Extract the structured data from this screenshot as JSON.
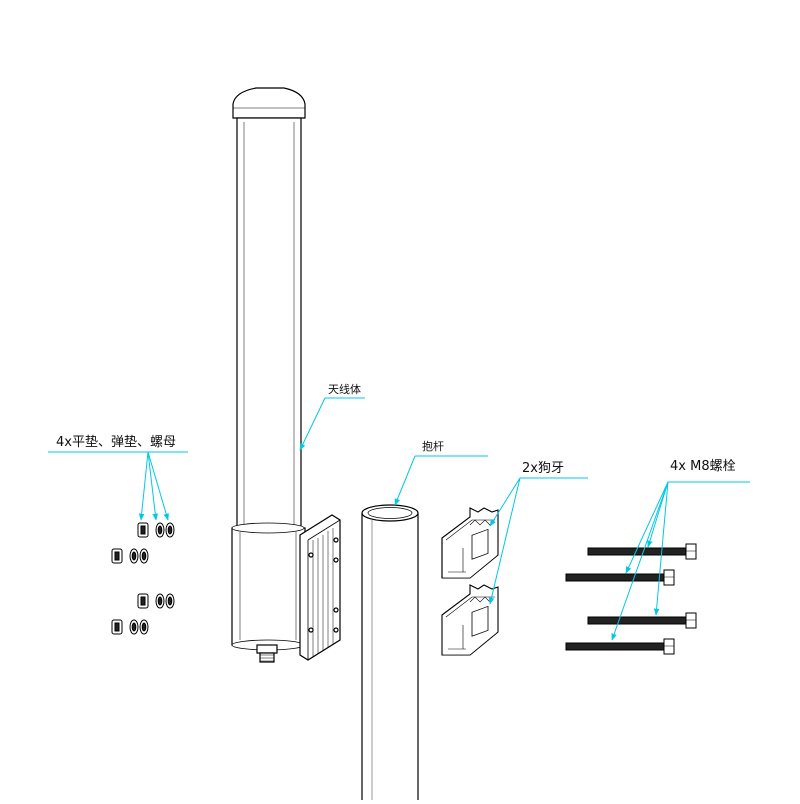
{
  "labels": {
    "antenna_body": "天线体",
    "washers_nuts": "4x平垫、弹垫、螺母",
    "pole": "抱杆",
    "clamps": "2x狗牙",
    "bolts": "4x M8螺栓"
  },
  "colors": {
    "line": "#000000",
    "leader": "#00c8e6",
    "fill": "#ffffff"
  }
}
